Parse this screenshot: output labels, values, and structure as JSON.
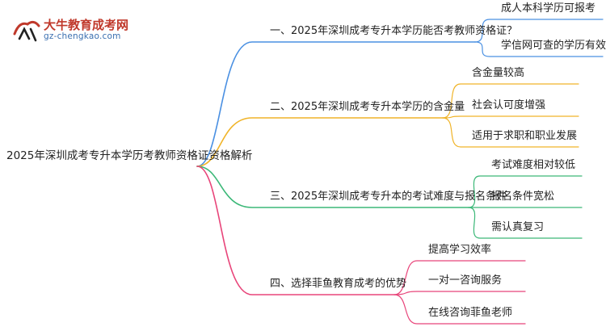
{
  "brand": {
    "name": "大牛教育成考网",
    "url": "gz-chengkao.com",
    "colors": {
      "red": "#c0392b",
      "blue": "#3a6fb0"
    }
  },
  "mindmap": {
    "root": "2025年深圳成考专升本学历考教师资格证资格解析",
    "branches": [
      {
        "label": "一、2025年深圳成考专升本学历能否考教师资格证？",
        "color": "#4a90e2",
        "children": [
          "成人本科学历可报考",
          "学信网可查的学历有效"
        ]
      },
      {
        "label": "二、2025年深圳成考专升本学历的含金量",
        "color": "#f0b429",
        "children": [
          "含金量较高",
          "社会认可度增强",
          "适用于求职和职业发展"
        ]
      },
      {
        "label": "三、2025年深圳成考专升本的考试难度与报名条件",
        "color": "#3cb878",
        "children": [
          "考试难度相对较低",
          "报名条件宽松",
          "需认真复习"
        ]
      },
      {
        "label": "四、选择菲鱼教育成考的优势",
        "color": "#e8457a",
        "children": [
          "提高学习效率",
          "一对一咨询服务",
          "在线咨询菲鱼老师"
        ]
      }
    ]
  }
}
